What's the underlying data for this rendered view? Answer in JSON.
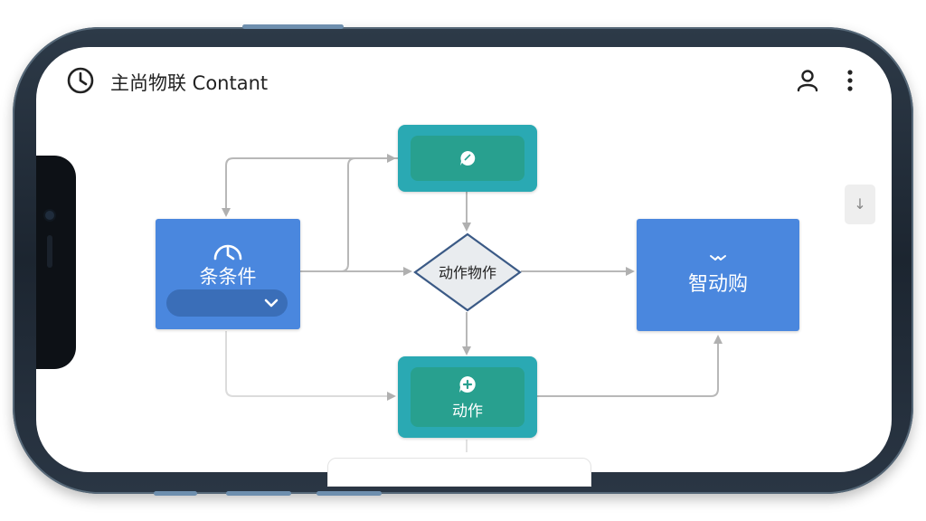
{
  "app_bar": {
    "title": "主尚物联 Contant",
    "left_icon": "clock-icon",
    "right_icons": [
      "person-icon",
      "more-vert-icon"
    ]
  },
  "flow": {
    "condition_node": {
      "label": "条条件",
      "icon": "clock-icon",
      "dropdown": "chevron-down-icon"
    },
    "top_action": {
      "icon": "chat-bubble-icon"
    },
    "decision": {
      "label": "动作物作"
    },
    "bottom_action": {
      "label": "动作",
      "icon": "add-bubble-icon"
    },
    "result_node": {
      "label": "智动购",
      "icon": "chevron-icon"
    }
  },
  "side_control": {
    "icon": "arrow-down-icon",
    "glyph": "↓"
  },
  "colors": {
    "blue": "#4a87de",
    "teal": "#2aa9b3",
    "teal_inner": "#28a08f",
    "connector": "#b5b5b5",
    "decision_fill": "#e9ecef"
  }
}
